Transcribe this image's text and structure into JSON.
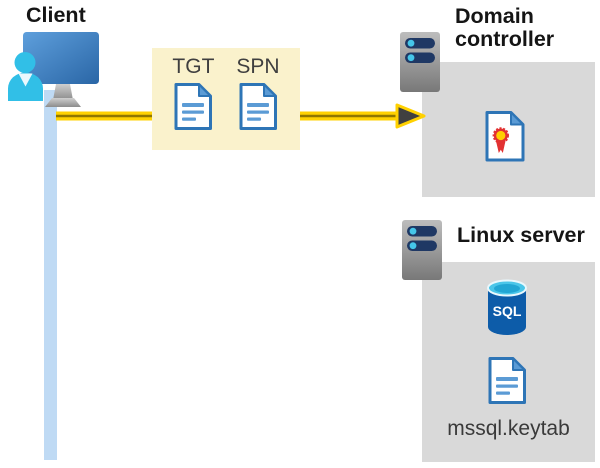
{
  "client": {
    "label": "Client"
  },
  "ticket_box": {
    "tgt_label": "TGT",
    "spn_label": "SPN"
  },
  "domain_controller": {
    "label": "Domain controller"
  },
  "linux_server": {
    "label": "Linux server",
    "sql_label": "SQL",
    "keytab_label": "mssql.keytab"
  },
  "icons": [
    "client-workstation-icon",
    "document-icon",
    "server-icon",
    "certificate-icon",
    "sql-database-icon",
    "arrow-right-icon"
  ],
  "colors": {
    "panel_gray": "#D9D9D9",
    "ticket_box_yellow": "#FAF2CC",
    "arrow_yellow": "#FFD100",
    "arrow_core_olive": "#8F7600",
    "arrowhead_dark": "#404040",
    "timeline_blue": "#BFDAF4",
    "doc_border_blue": "#2E75B6",
    "doc_fold_blue": "#5B9BD5",
    "person_cyan": "#31BFE7",
    "server_slot_navy": "#1F3864",
    "server_led_cyan": "#45C6E9",
    "sql_body_blue": "#0D5CA9",
    "sql_top_cyan": "#4AC6E9",
    "certificate_red": "#E23131",
    "certificate_gold": "#FFCE00",
    "text_dark": "#3A3A3A"
  }
}
